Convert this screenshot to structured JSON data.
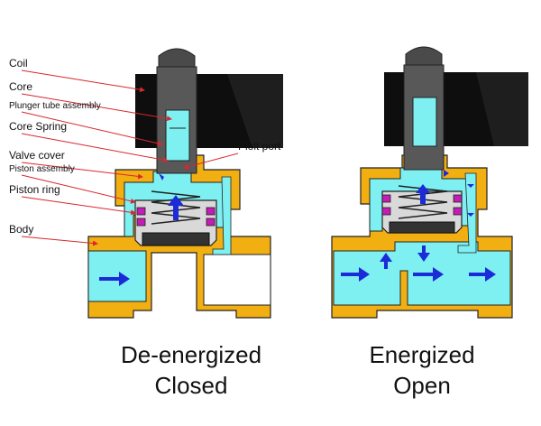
{
  "labels": {
    "coil": "Coil",
    "core": "Core",
    "plunger": "Plunger tube assembly",
    "core_spring": "Core Spring",
    "valve_cover": "Valve cover",
    "piston_assembly": "Piston assembly",
    "piston_ring": "Piston ring",
    "body": "Body",
    "pilot_port": "Piolt port"
  },
  "captions": {
    "left_line1": "De-energized",
    "left_line2": "Closed",
    "right_line1": "Energized",
    "right_line2": "Open"
  },
  "colors": {
    "brass": "#F2AF12",
    "fluid": "#7EF0F2",
    "coil": "#0E0E0E",
    "stem": "#585858",
    "arrow": "#1C2BD8",
    "leader": "#D9272E",
    "ring": "#C21DB4",
    "seal": "#333333"
  }
}
